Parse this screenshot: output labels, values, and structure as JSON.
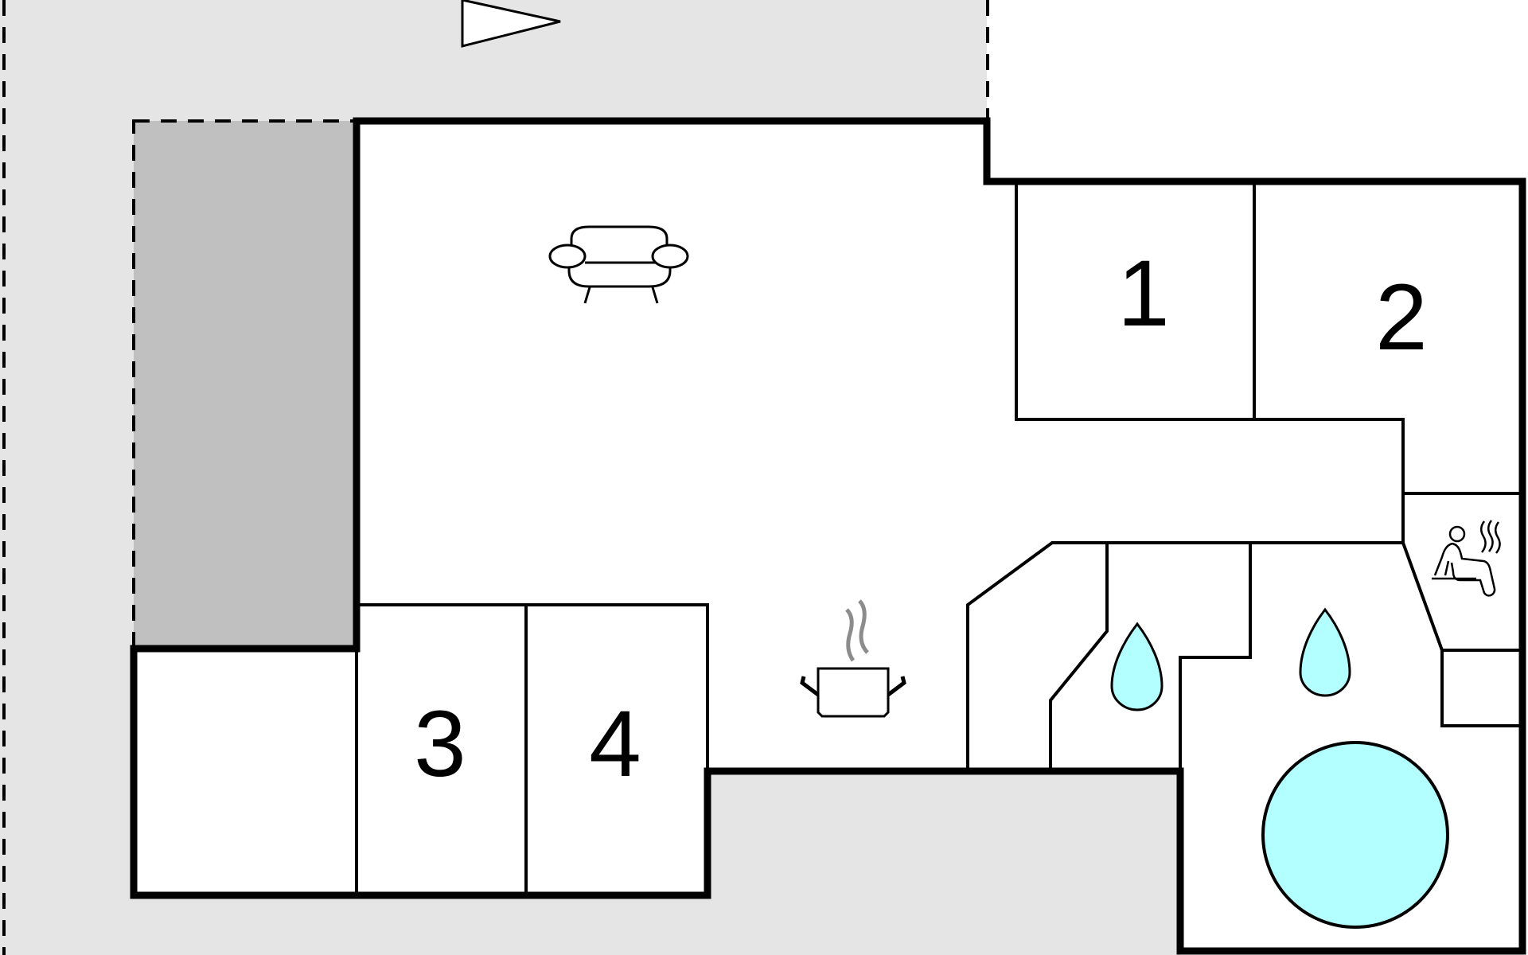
{
  "floor_plan": {
    "rooms": [
      {
        "id": "bedroom-1",
        "label": "1"
      },
      {
        "id": "bedroom-2",
        "label": "2"
      },
      {
        "id": "bedroom-3",
        "label": "3"
      },
      {
        "id": "bedroom-4",
        "label": "4"
      }
    ],
    "icons": [
      "sofa-icon",
      "kitchen-pot-icon",
      "bathroom-drop-icon",
      "bathroom-drop-icon",
      "sauna-icon",
      "pool-circle",
      "entrance-arrow-icon"
    ],
    "colors": {
      "outdoor_area": "#e5e5e5",
      "carport": "#c0c0c0",
      "water": "#b3ffff",
      "steam": "#8c8c8c",
      "walls": "#000000",
      "interior": "#ffffff"
    }
  }
}
